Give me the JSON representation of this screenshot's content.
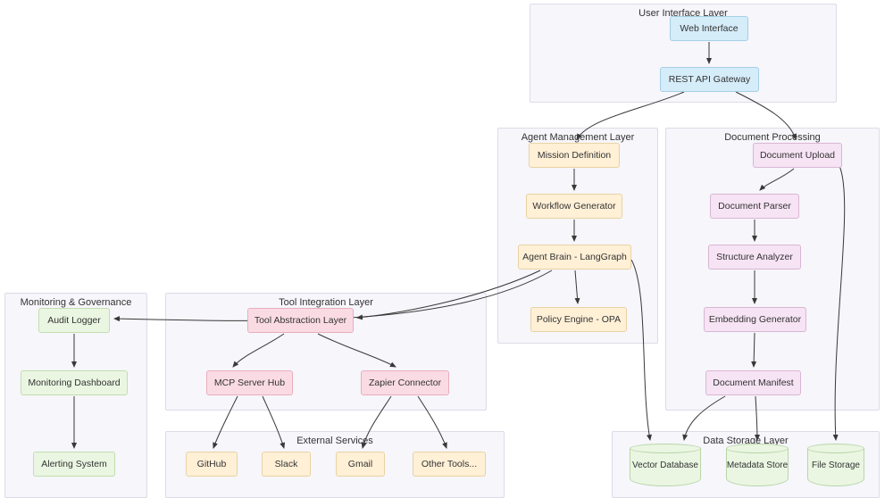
{
  "groups": {
    "ui": "User Interface Layer",
    "agent": "Agent Management Layer",
    "doc": "Document Processing",
    "monitoring": "Monitoring & Governance",
    "tool": "Tool Integration Layer",
    "external": "External Services",
    "storage": "Data Storage Layer"
  },
  "nodes": {
    "web_interface": "Web Interface",
    "rest_api_gateway": "REST API Gateway",
    "mission_definition": "Mission Definition",
    "workflow_generator": "Workflow Generator",
    "agent_brain": "Agent Brain - LangGraph",
    "policy_engine": "Policy Engine - OPA",
    "document_upload": "Document Upload",
    "document_parser": "Document Parser",
    "structure_analyzer": "Structure Analyzer",
    "embedding_generator": "Embedding Generator",
    "document_manifest": "Document Manifest",
    "audit_logger": "Audit Logger",
    "monitoring_dashboard": "Monitoring Dashboard",
    "alerting_system": "Alerting System",
    "tool_abstraction_layer": "Tool Abstraction Layer",
    "mcp_server_hub": "MCP Server Hub",
    "zapier_connector": "Zapier Connector",
    "github": "GitHub",
    "slack": "Slack",
    "gmail": "Gmail",
    "other_tools": "Other Tools...",
    "vector_database": "Vector Database",
    "metadata_store": "Metadata Store",
    "file_storage": "File Storage"
  },
  "connections": [
    {
      "from": "Web Interface",
      "to": "REST API Gateway"
    },
    {
      "from": "REST API Gateway",
      "to": "Mission Definition"
    },
    {
      "from": "REST API Gateway",
      "to": "Document Upload"
    },
    {
      "from": "Mission Definition",
      "to": "Workflow Generator"
    },
    {
      "from": "Workflow Generator",
      "to": "Agent Brain - LangGraph"
    },
    {
      "from": "Agent Brain - LangGraph",
      "to": "Policy Engine - OPA"
    },
    {
      "from": "Agent Brain - LangGraph",
      "to": "Tool Abstraction Layer"
    },
    {
      "from": "Agent Brain - LangGraph",
      "to": "Audit Logger"
    },
    {
      "from": "Agent Brain - LangGraph",
      "to": "Vector Database"
    },
    {
      "from": "Document Upload",
      "to": "Document Parser"
    },
    {
      "from": "Document Parser",
      "to": "Structure Analyzer"
    },
    {
      "from": "Structure Analyzer",
      "to": "Embedding Generator"
    },
    {
      "from": "Embedding Generator",
      "to": "Document Manifest"
    },
    {
      "from": "Document Manifest",
      "to": "Metadata Store"
    },
    {
      "from": "Document Manifest",
      "to": "Vector Database"
    },
    {
      "from": "Document Upload",
      "to": "File Storage"
    },
    {
      "from": "Tool Abstraction Layer",
      "to": "MCP Server Hub"
    },
    {
      "from": "Tool Abstraction Layer",
      "to": "Zapier Connector"
    },
    {
      "from": "MCP Server Hub",
      "to": "GitHub"
    },
    {
      "from": "MCP Server Hub",
      "to": "Slack"
    },
    {
      "from": "Zapier Connector",
      "to": "Gmail"
    },
    {
      "from": "Zapier Connector",
      "to": "Other Tools..."
    },
    {
      "from": "Audit Logger",
      "to": "Monitoring Dashboard"
    },
    {
      "from": "Monitoring Dashboard",
      "to": "Alerting System"
    }
  ],
  "colors": {
    "ui_node": "#d5ecf9",
    "agent_node": "#fff0d6",
    "doc_node": "#f6e3f4",
    "tool_node": "#fadbe4",
    "monitor_node": "#eaf6e2",
    "storage_node": "#eaf6e2",
    "group_bg": "#f6f6fb",
    "edge": "#383838"
  }
}
